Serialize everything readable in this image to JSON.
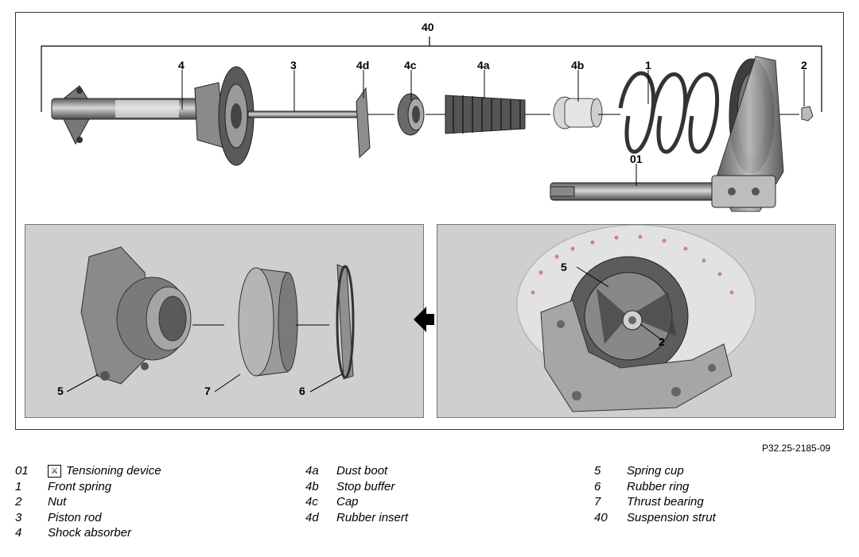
{
  "callouts": {
    "suspension_strut": "40",
    "shock_absorber": "4",
    "piston_rod": "3",
    "rubber_insert": "4d",
    "cap": "4c",
    "dust_boot": "4a",
    "stop_buffer": "4b",
    "front_spring": "1",
    "nut": "2",
    "tensioning_device": "01",
    "left_spring_cup": "5",
    "thrust_bearing": "7",
    "rubber_ring": "6",
    "right_spring_cup": "5",
    "right_nut": "2"
  },
  "figure_ref": "P32.25-2185-09",
  "legend": {
    "col1": [
      {
        "code": "01",
        "label": "Tensioning device",
        "tool_icon": true
      },
      {
        "code": "1",
        "label": "Front spring"
      },
      {
        "code": "2",
        "label": "Nut"
      },
      {
        "code": "3",
        "label": "Piston rod"
      },
      {
        "code": "4",
        "label": "Shock absorber"
      }
    ],
    "col2": [
      {
        "code": "4a",
        "label": "Dust boot"
      },
      {
        "code": "4b",
        "label": "Stop buffer"
      },
      {
        "code": "4c",
        "label": "Cap"
      },
      {
        "code": "4d",
        "label": "Rubber insert"
      }
    ],
    "col3": [
      {
        "code": "5",
        "label": "Spring cup"
      },
      {
        "code": "6",
        "label": "Rubber ring"
      },
      {
        "code": "7",
        "label": "Thrust bearing"
      },
      {
        "code": "40",
        "label": "Suspension strut"
      }
    ]
  },
  "colors": {
    "panel_bg": "#cfcfcf",
    "part_grey": "#8a8a8a",
    "part_dark": "#4a4a4a",
    "line": "#000000"
  },
  "icons": {
    "tool_icon": "special-tool-icon",
    "arrow": "left-arrow-icon"
  }
}
